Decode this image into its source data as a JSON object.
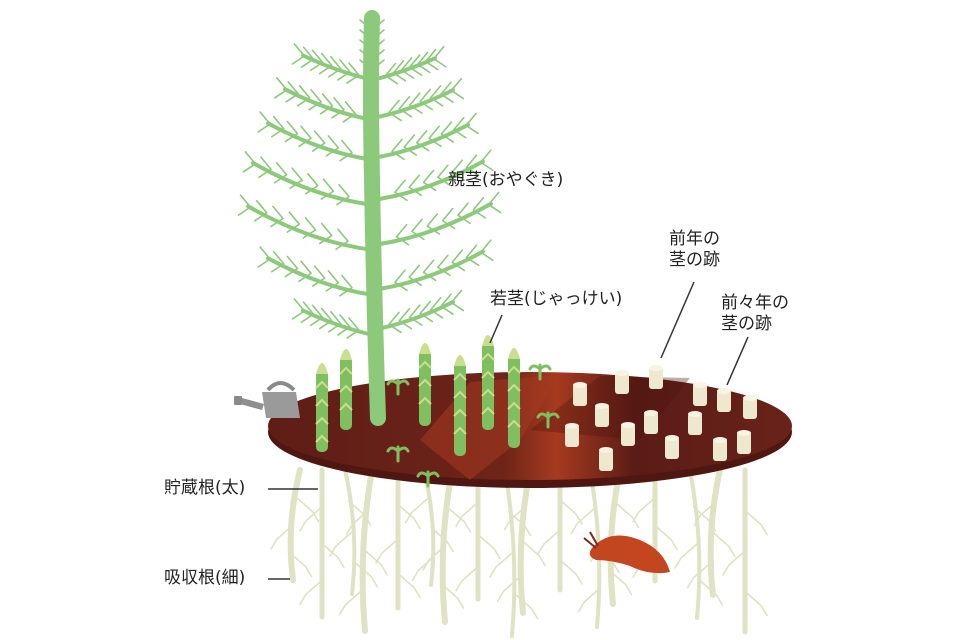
{
  "labels": {
    "parent_stem": "親茎(おやぐき)",
    "young_stem": "若茎(じゃっけい)",
    "prev_year_line1": "前年の",
    "prev_year_line2": "茎の跡",
    "two_years_line1": "前々年の",
    "two_years_line2": "茎の跡",
    "storage_root": "貯蔵根(太)",
    "absorbing_root": "吸収根(細)"
  },
  "colors": {
    "stem_green": "#8cc97a",
    "sprout_green": "#7fbf5f",
    "sprout_tip": "#c9de8e",
    "soil_dark": "#5a1c16",
    "soil_mid": "#7a2a1e",
    "soil_orange": "#a8381f",
    "stump": "#eee8cf",
    "root": "#dfe2c3",
    "slug": "#c4461e",
    "can": "#9a9a9a",
    "leader": "#333333"
  },
  "icons": [
    "watering-can-icon",
    "slug-icon"
  ]
}
